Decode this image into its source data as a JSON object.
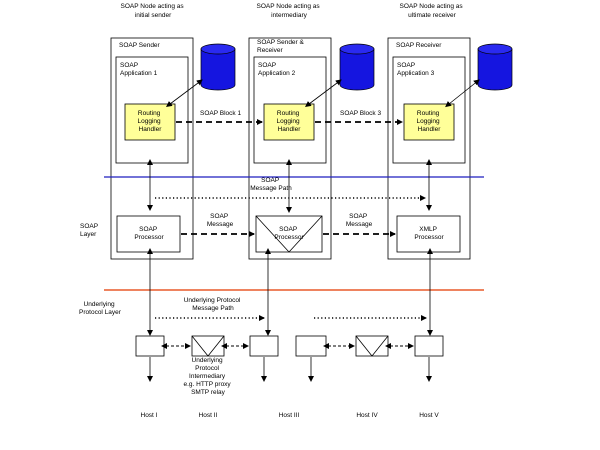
{
  "colors": {
    "soap_layer_line": "#1f1fbf",
    "protocol_layer_line": "#e85a2a",
    "handler_fill": "#ffff99",
    "database_fill": "#1515e0"
  },
  "nodes": [
    {
      "role": [
        "SOAP Node acting as",
        "initial sender"
      ],
      "title": [
        "SOAP Sender"
      ],
      "application": [
        "SOAP",
        "Application 1"
      ],
      "handler": [
        "Routing",
        "Logging",
        "Handler"
      ],
      "processor": [
        "SOAP",
        "Processor"
      ]
    },
    {
      "role": [
        "SOAP Node acting as",
        "intermediary"
      ],
      "title": [
        "SOAP Sender &",
        "Receiver"
      ],
      "application": [
        "SOAP",
        "Application 2"
      ],
      "handler": [
        "Routing",
        "Logging",
        "Handler"
      ],
      "processor": [
        "SOAP",
        "Processor"
      ]
    },
    {
      "role": [
        "SOAP Node acting as",
        "ultimate receiver"
      ],
      "title": [
        "SOAP Receiver"
      ],
      "application": [
        "SOAP",
        "Application 3"
      ],
      "handler": [
        "Routing",
        "Logging",
        "Handler"
      ],
      "processor": [
        "XMLP",
        "Processor"
      ]
    }
  ],
  "labels": {
    "block1": "SOAP Block 1",
    "block3": "SOAP Block 3",
    "message_path": [
      "SOAP",
      "Message Path"
    ],
    "message": [
      "SOAP",
      "Message"
    ],
    "soap_layer": [
      "SOAP",
      "Layer"
    ],
    "underlying_layer": [
      "Underlying",
      "Protocol Layer"
    ],
    "underlying_path": [
      "Underlying Protocol",
      "Message Path"
    ],
    "intermediary_note": [
      "Underlying",
      "Protocol",
      "Intermediary",
      "e.g. HTTP proxy",
      "SMTP relay"
    ]
  },
  "hosts": [
    "Host I",
    "Host II",
    "Host III",
    "Host IV",
    "Host V"
  ]
}
